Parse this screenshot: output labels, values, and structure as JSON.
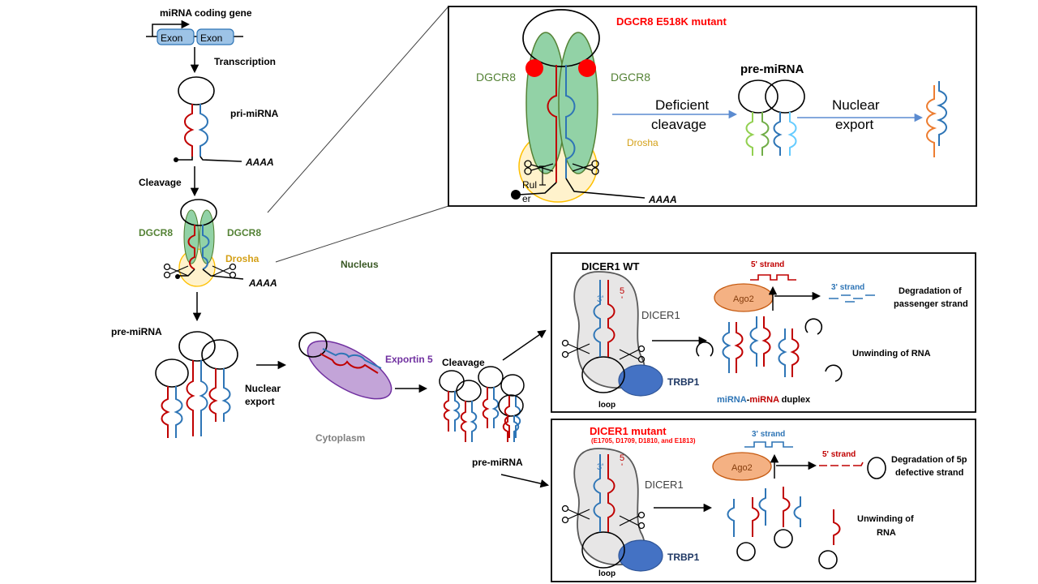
{
  "colors": {
    "red_strand": "#c00000",
    "blue_strand": "#2e75b6",
    "dgcr8_fill": "#92d2a6",
    "dgcr8_text": "#548235",
    "drosha_fill": "#fff2cc",
    "drosha_text": "#d4a017",
    "exportin_fill": "#c3a4d8",
    "exportin_text": "#7030a0",
    "ago2_fill": "#f4b183",
    "trbp1_fill": "#4472c4",
    "trbp1_text": "#1f3864",
    "arrow_blue": "#5b8bd0",
    "mutant_red": "#ff0000",
    "nucleus_text": "#385723",
    "cytoplasm_text": "#7f7f7f"
  },
  "labels": {
    "coding_gene": "miRNA coding gene",
    "exon1": "Exon",
    "exon2": "Exon",
    "transcription": "Transcription",
    "pri_mirna": "pri-miRNA",
    "polya1": "AAAA",
    "cleavage1": "Cleavage",
    "dgcr8_left": "DGCR8",
    "dgcr8_right": "DGCR8",
    "drosha_small": "Drosha",
    "polya2": "AAAA",
    "nucleus": "Nucleus",
    "pre_mirna_left": "pre-miRNA",
    "nuclear_export_1": "Nuclear",
    "nuclear_export_2": "export",
    "exportin5": "Exportin 5",
    "cytoplasm": "Cytoplasm",
    "cleavage2": "Cleavage",
    "pre_mirna_bottom": "pre-miRNA"
  },
  "zoom_box": {
    "mutant_title": "DGCR8  E518K mutant",
    "dgcr8_left": "DGCR8",
    "dgcr8_right": "DGCR8",
    "drosha": "Drosha",
    "ruler_1": "Rul",
    "ruler_2": "er",
    "polya": "AAAA",
    "deficient_1": "Deficient",
    "deficient_2": "cleavage",
    "pre_mirna": "pre-miRNA",
    "export_1": "Nuclear",
    "export_2": "export"
  },
  "wt_box": {
    "title": "DICER1  WT",
    "five_prime_mark": "5",
    "three_prime_mark": "3'",
    "tick_mark": "'",
    "dicer1": "DICER1",
    "trbp1": "TRBP1",
    "loop": "loop",
    "ago2": "Ago2",
    "five_strand": "5' strand",
    "three_strand": "3' strand",
    "degradation_1": "Degradation of",
    "degradation_2": "passenger strand",
    "unwinding": "Unwinding of RNA",
    "duplex_mirna1": "miRNA",
    "duplex_dash": "-",
    "duplex_mirna2": "miRNA",
    "duplex_word": " duplex"
  },
  "mut_box": {
    "title": "DICER1  mutant",
    "subtitle": "(E1705, D1709, D1810, and E1813)",
    "five_prime_mark": "5",
    "three_prime_mark": "3'",
    "tick_mark": "'",
    "dicer1": "DICER1",
    "trbp1": "TRBP1",
    "loop": "loop",
    "ago2": "Ago2",
    "three_strand": "3' strand",
    "five_strand": "5' strand",
    "degradation_1": "Degradation of 5p",
    "degradation_2": "defective strand",
    "unwinding_1": "Unwinding of",
    "unwinding_2": "RNA"
  }
}
